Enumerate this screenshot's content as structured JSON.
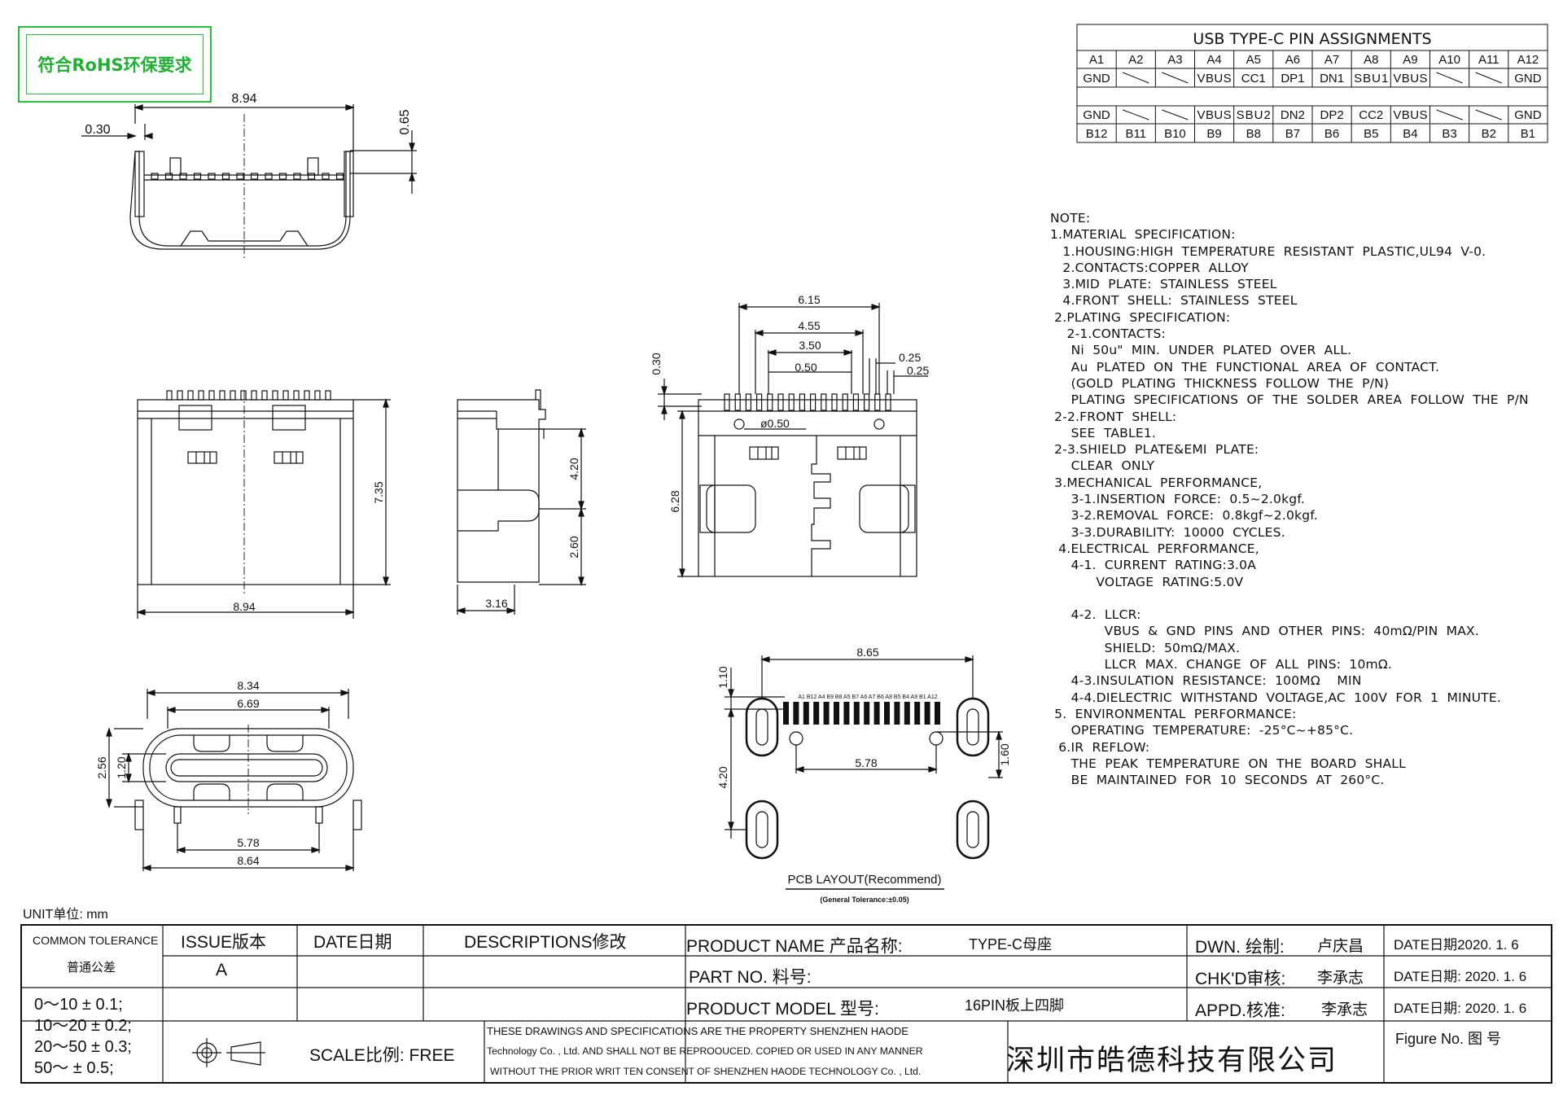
{
  "rohs_label": "符合RoHS环保要求",
  "pin_table": {
    "title": "USB TYPE-C PIN ASSIGNMENTS",
    "top_pins": [
      "A1",
      "A2",
      "A3",
      "A4",
      "A5",
      "A6",
      "A7",
      "A8",
      "A9",
      "A10",
      "A11",
      "A12"
    ],
    "top_signals": [
      "GND",
      "",
      "",
      "VBUS",
      "CC1",
      "DP1",
      "DN1",
      "SBU1",
      "VBUS",
      "",
      "",
      "GND"
    ],
    "bottom_signals": [
      "GND",
      "",
      "",
      "VBUS",
      "SBU2",
      "DN2",
      "DP2",
      "CC2",
      "VBUS",
      "",
      "",
      "GND"
    ],
    "bottom_pins": [
      "B12",
      "B11",
      "B10",
      "B9",
      "B8",
      "B7",
      "B6",
      "B5",
      "B4",
      "B3",
      "B2",
      "B1"
    ]
  },
  "dims": {
    "front_top": {
      "width": "8.94",
      "offset": "0.30",
      "height": "0.65"
    },
    "front_body": {
      "width": "8.94",
      "height": "7.35"
    },
    "side": {
      "depth": "3.16",
      "upper": "4.20",
      "lower": "2.60"
    },
    "bottom_view": {
      "w1": "6.15",
      "w2": "4.55",
      "w3": "3.50",
      "pitch": "0.50",
      "pin_w1": "0.25",
      "pin_w2": "0.25",
      "top": "0.30",
      "hole": "ø0.50",
      "height": "6.28"
    },
    "end_view": {
      "w_outer": "8.34",
      "w_inner": "6.69",
      "h_outer": "2.56",
      "h_inner": "1.20",
      "leg_span": "5.78",
      "w_total": "8.64"
    },
    "pcb": {
      "width": "8.65",
      "top": "1.10",
      "holes": "5.78",
      "pitch_y": "4.20",
      "right": "1.60",
      "pin_labels": "A1 B12   A4 B9   B8   A5   B7   A6   A7   B6   A8   B5   B4 A9   B1 A12"
    }
  },
  "pcb_caption": "PCB LAYOUT(Recommend)",
  "pcb_tolerance": "(General Tolerance:±0.05)",
  "notes": [
    "NOTE:",
    "1.MATERIAL  SPECIFICATION:",
    "   1.HOUSING:HIGH  TEMPERATURE  RESISTANT  PLASTIC,UL94  V-0.",
    "   2.CONTACTS:COPPER  ALLOY",
    "   3.MID  PLATE:  STAINLESS  STEEL",
    "   4.FRONT  SHELL:  STAINLESS  STEEL",
    " 2.PLATING  SPECIFICATION:",
    "    2-1.CONTACTS:",
    "     Ni  50u\"  MIN.  UNDER  PLATED  OVER  ALL.",
    "     Au  PLATED  ON  THE  FUNCTIONAL  AREA  OF  CONTACT.",
    "     (GOLD  PLATING  THICKNESS  FOLLOW  THE  P/N)",
    "     PLATING  SPECIFICATIONS  OF  THE  SOLDER  AREA  FOLLOW  THE  P/N",
    " 2-2.FRONT  SHELL:",
    "     SEE  TABLE1.",
    " 2-3.SHIELD  PLATE&EMI  PLATE:",
    "     CLEAR  ONLY",
    " 3.MECHANICAL  PERFORMANCE,",
    "     3-1.INSERTION  FORCE:  0.5~2.0kgf.",
    "     3-2.REMOVAL  FORCE:  0.8kgf~2.0kgf.",
    "     3-3.DURABILITY:  10000  CYCLES.",
    "  4.ELECTRICAL  PERFORMANCE,",
    "     4-1.  CURRENT  RATING:3.0A",
    "           VOLTAGE  RATING:5.0V",
    "",
    "     4-2.  LLCR:",
    "             VBUS  &  GND  PINS  AND  OTHER  PINS:  40mΩ/PIN  MAX.",
    "             SHIELD:  50mΩ/MAX.",
    "             LLCR  MAX.  CHANGE  OF  ALL  PINS:  10mΩ.",
    "     4-3.INSULATION  RESISTANCE:  100MΩ    MIN",
    "     4-4.DIELECTRIC  WITHSTAND  VOLTAGE,AC  100V  FOR  1  MINUTE.",
    " 5.  ENVIRONMENTAL  PERFORMANCE:",
    "     OPERATING  TEMPERATURE:  -25°C~+85°C.",
    "  6.IR  REFLOW:",
    "     THE  PEAK  TEMPERATURE  ON  THE  BOARD  SHALL",
    "     BE  MAINTAINED  FOR  10  SECONDS  AT  260°C."
  ],
  "title_block": {
    "unit": "UNIT单位: mm",
    "common_tolerance": "COMMON TOLERANCE",
    "common_tolerance_cn": "普通公差",
    "tolerances": [
      "0～10    ± 0.1;",
      "10～20  ± 0.2;",
      "20～50  ± 0.3;",
      "50～      ± 0.5;"
    ],
    "issue_label": "ISSUE版本",
    "issue_value": "A",
    "date_label": "DATE日期",
    "desc_label": "DESCRIPTIONS修改",
    "scale": "SCALE比例: FREE",
    "property_lines": [
      "THESE DRAWINGS AND SPECIFICATIONS ARE THE PROPERTY SHENZHEN HAODE",
      "Technology Co. , Ltd. AND SHALL NOT BE REPROOUCED. COPIED OR USED IN ANY MANNER",
      "WITHOUT   THE PRIOR WRIT TEN CONSENT OF  SHENZHEN HAODE TECHNOLOGY Co. , Ltd."
    ],
    "product_name_label": "PRODUCT NAME  产品名称:",
    "product_name": "TYPE-C母座",
    "part_no_label": "PART NO.   料号:",
    "product_model_label": "PRODUCT MODEL 型号:",
    "product_model": "16PIN板上四脚",
    "dwn_label": "DWN. 绘制:",
    "dwn_name": "卢庆昌",
    "chk_label": "CHK'D审核:",
    "chk_name": "李承志",
    "appd_label": "APPD.核准:",
    "appd_name": "李承志",
    "date_dwn": "DATE日期2020. 1. 6",
    "date_chk": "DATE日期: 2020. 1. 6",
    "date_appd": "DATE日期: 2020. 1. 6",
    "company": "深圳市皓德科技有限公司",
    "figure_no": "Figure No.   图  号"
  }
}
